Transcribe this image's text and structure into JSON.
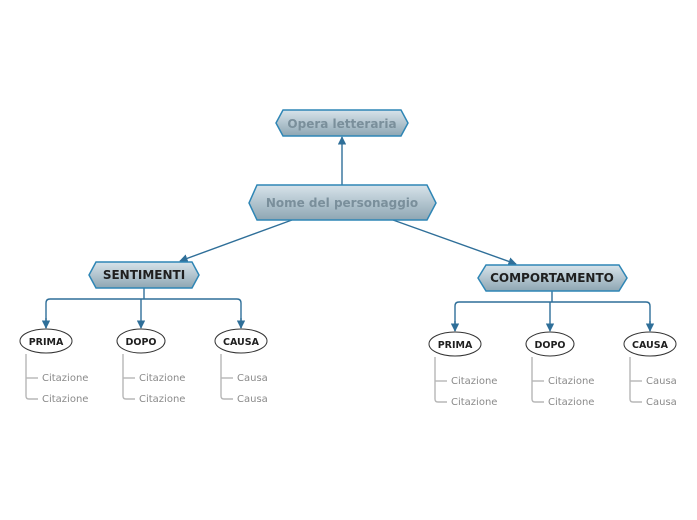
{
  "colors": {
    "hex_fill_top": "#cfdde6",
    "hex_fill_bottom": "#8fa7b4",
    "hex_stroke": "#2f86b5",
    "connector": "#2f6f99",
    "muted_text": "#7a8f9b",
    "dark_text": "#1f1f1f",
    "leaf_text": "#8a8a8a",
    "leaf_line": "#b7b7b7"
  },
  "root": {
    "label": "Nome del personaggio"
  },
  "parent": {
    "label": "Opera letteraria"
  },
  "branches": [
    {
      "label": "SENTIMENTI",
      "children": [
        {
          "label": "PRIMA",
          "leaves": [
            "Citazione",
            "Citazione"
          ]
        },
        {
          "label": "DOPO",
          "leaves": [
            "Citazione",
            "Citazione"
          ]
        },
        {
          "label": "CAUSA",
          "leaves": [
            "Causa",
            "Causa"
          ]
        }
      ]
    },
    {
      "label": "COMPORTAMENTO",
      "children": [
        {
          "label": "PRIMA",
          "leaves": [
            "Citazione",
            "Citazione"
          ]
        },
        {
          "label": "DOPO",
          "leaves": [
            "Citazione",
            "Citazione"
          ]
        },
        {
          "label": "CAUSA",
          "leaves": [
            "Causa",
            "Causa"
          ]
        }
      ]
    }
  ]
}
